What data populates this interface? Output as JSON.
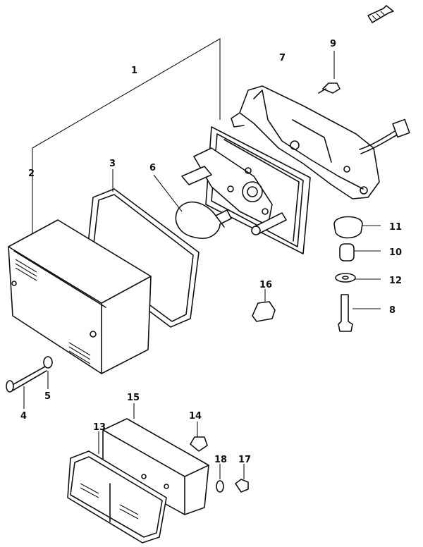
{
  "callouts": {
    "c1": "1",
    "c2": "2",
    "c3": "3",
    "c4": "4",
    "c5": "5",
    "c6": "6",
    "c7": "7",
    "c8": "8",
    "c9": "9",
    "c10": "10",
    "c11": "11",
    "c12": "12",
    "c13": "13",
    "c14": "14",
    "c15": "15",
    "c16": "16",
    "c17": "17",
    "c18": "18"
  },
  "icons": {
    "orientation": "front-arrow-icon"
  }
}
